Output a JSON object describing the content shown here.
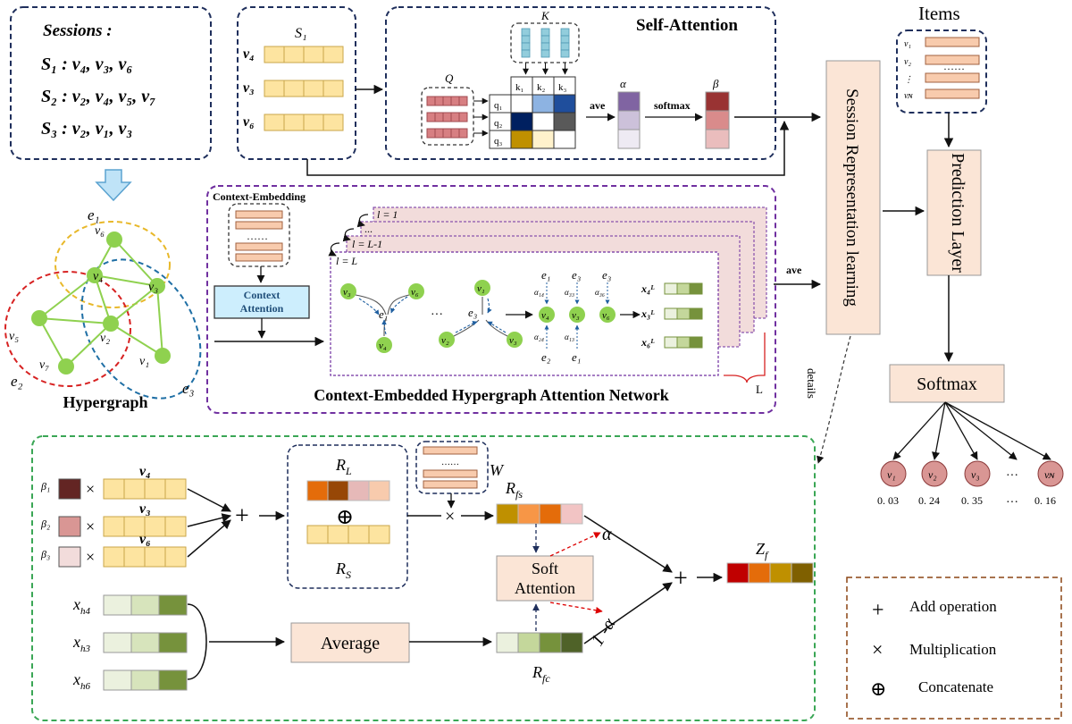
{
  "sessions": {
    "title": "Sessions :",
    "s1": "S₁ : v₄, v₃, v₆",
    "s2": "S₂ : v₂, v₄, v₅, v₇",
    "s3": "S₃ : v₂, v₁, v₃"
  },
  "s1_box": {
    "title": "S₁",
    "rows": [
      "v₄",
      "v₃",
      "v₆"
    ]
  },
  "self_attention": {
    "title": "Self-Attention",
    "k_label": "K",
    "q_label": "Q",
    "keys": [
      "k₁",
      "k₂",
      "k₃"
    ],
    "queries": [
      "q₁",
      "q₂",
      "q₃"
    ],
    "ave": "ave",
    "softmax": "softmax",
    "alpha": "α",
    "beta": "β"
  },
  "items": {
    "title": "Items",
    "rows": [
      "v₁",
      "v₂",
      "⋮",
      "v_N"
    ],
    "dots": "……"
  },
  "session_rep": "Session Representation learning",
  "prediction": "Prediction Layer",
  "softmax_box": "Softmax",
  "outputs": {
    "nodes": [
      "v₁",
      "v₂",
      "v₃",
      "v_N"
    ],
    "dots": "···",
    "values": [
      "0. 03",
      "0. 24",
      "0. 35",
      "0. 16"
    ]
  },
  "hypergraph": {
    "label": "Hypergraph",
    "edges": [
      "e₁",
      "e₂",
      "e₃"
    ],
    "nodes": [
      "v₆",
      "v₄",
      "v₃",
      "v₂",
      "v₅",
      "v₇",
      "v₁"
    ]
  },
  "context": {
    "title": "Context-Embedding",
    "attention": "Context Attention",
    "network": "Context-Embedded Hypergraph Attention Network",
    "layers": [
      "l = 1",
      "...",
      "l = L-1",
      "l = L"
    ],
    "layer_count": "L",
    "ave": "ave",
    "dots": "···",
    "left_nodes": [
      "v₃",
      "v₆",
      "e₁",
      "v₄"
    ],
    "right_nodes": [
      "v₁",
      "e₃",
      "v₂",
      "v₃"
    ],
    "agg_top": [
      "e₁",
      "e₃",
      "e₃"
    ],
    "agg_bottom": [
      "e₂",
      "e₁"
    ],
    "agg_nodes": [
      "v₄",
      "v₃",
      "v₆"
    ],
    "alphas_top": [
      "α₁₄",
      "α₃₃",
      "α₃₆"
    ],
    "alphas_bottom": [
      "α₂₄",
      "α₁₃"
    ],
    "outputs": [
      "x₄ᴸ",
      "x₃ᴸ",
      "x₆ᴸ"
    ],
    "details": "details"
  },
  "detail": {
    "betas": [
      "β₁",
      "β₂",
      "β₃"
    ],
    "vectors": [
      "v₄",
      "v₃",
      "v₆"
    ],
    "times": "×",
    "plus": "+",
    "rl": "R_L",
    "oplus": "⊕",
    "rs": "R_S",
    "w": "W",
    "w_dots": "……",
    "rfs": "R_fs",
    "soft_attention": "Soft Attention",
    "alpha": "α",
    "one_minus_alpha": "1 -α",
    "zf": "Z_f",
    "xh": [
      "x_h4",
      "x_h3",
      "x_h6"
    ],
    "average": "Average",
    "rfc": "R_fc"
  },
  "legend": {
    "add_symbol": "+",
    "add": "Add operation",
    "mul_symbol": "×",
    "mul": "Multiplication",
    "cat_symbol": "⊕",
    "cat": "Concatenate"
  },
  "colors": {
    "yellow_cell": "#fde4a0",
    "pink_cell": "#d77f82",
    "peach_box": "#fbe5d6",
    "blue_box": "#cdeefd",
    "node_green": "#8fd14f",
    "navy_dash": "#1f2f5c",
    "purple_dash": "#7030a0",
    "green_dash": "#3aa655",
    "brown_dash": "#8b4513"
  }
}
